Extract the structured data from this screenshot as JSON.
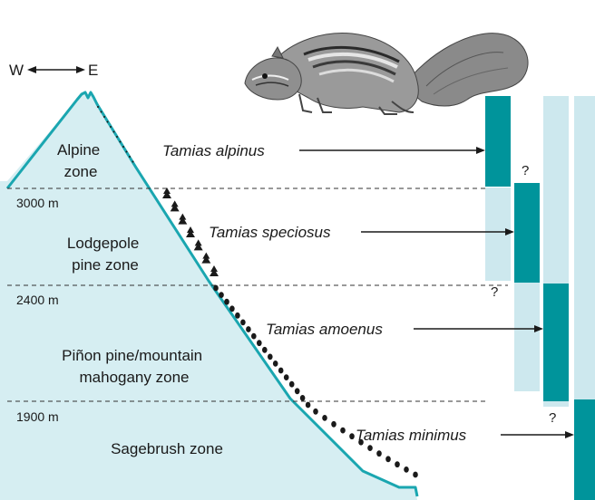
{
  "direction": {
    "west": "W",
    "east": "E"
  },
  "zones": {
    "alpine": [
      "Alpine",
      "zone"
    ],
    "lodgepole": [
      "Lodgepole",
      "pine zone"
    ],
    "pinon": [
      "Piñon pine/mountain",
      "mahogany  zone"
    ],
    "sagebrush": [
      "Sagebrush zone"
    ]
  },
  "elevations": {
    "e3000": "3000 m",
    "e2400": "2400 m",
    "e1900": "1900 m"
  },
  "species": {
    "alpinus": "Tamias alpinus",
    "speciosus": "Tamias speciosus",
    "amoenus": "Tamias amoenus",
    "minimus": "Tamias minimus"
  },
  "uncertain_marker": "?",
  "colors": {
    "mountain_fill": "#d6eef2",
    "mountain_outline": "#1aa6b0",
    "range_core": "#00949b",
    "range_uncertain": "#cde8ee",
    "guide_line": "#333333"
  },
  "illustration": "chipmunk-drawing"
}
